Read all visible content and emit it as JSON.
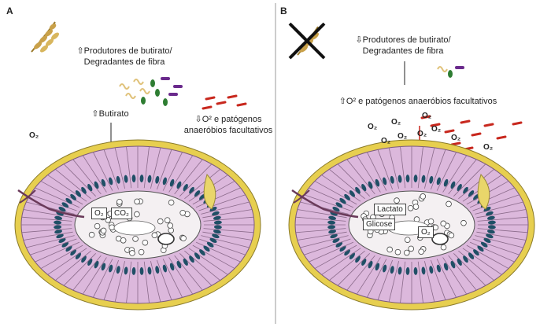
{
  "panels": {
    "left": {
      "letter": "A",
      "producers_line1": "⇧Produtores de butirato/",
      "producers_line2": "Degradantes de fibra",
      "butyrate": "⇧Butirato",
      "pathogens_line1": "⇩O² e patógenos",
      "pathogens_line2": "anaeróbios facultativos",
      "gas_lumen": "O₂",
      "box_o2": "O₂",
      "box_co2": "CO₂"
    },
    "right": {
      "letter": "B",
      "producers_line1": "⇩Produtores de butirato/",
      "producers_line2": "Degradantes de fibra",
      "pathogens": "⇧O² e patógenos anaeróbios facultativos",
      "gas_labels": [
        "O₂",
        "O₂",
        "O₂",
        "O₂",
        "O₂",
        "O₂",
        "O₂",
        "O₂",
        "O₂"
      ],
      "box_lactate": "Lactato",
      "box_glucose": "Glicose",
      "box_o2": "O₂"
    }
  },
  "colors": {
    "serosa": "#e7cf4f",
    "cell": "#dcb8dc",
    "nucleus": "#1f4f66",
    "pathogen": "#c8281e",
    "butyrate": "#2e7d32",
    "violet": "#6a2a8c",
    "wheat": "#c9a14a"
  }
}
